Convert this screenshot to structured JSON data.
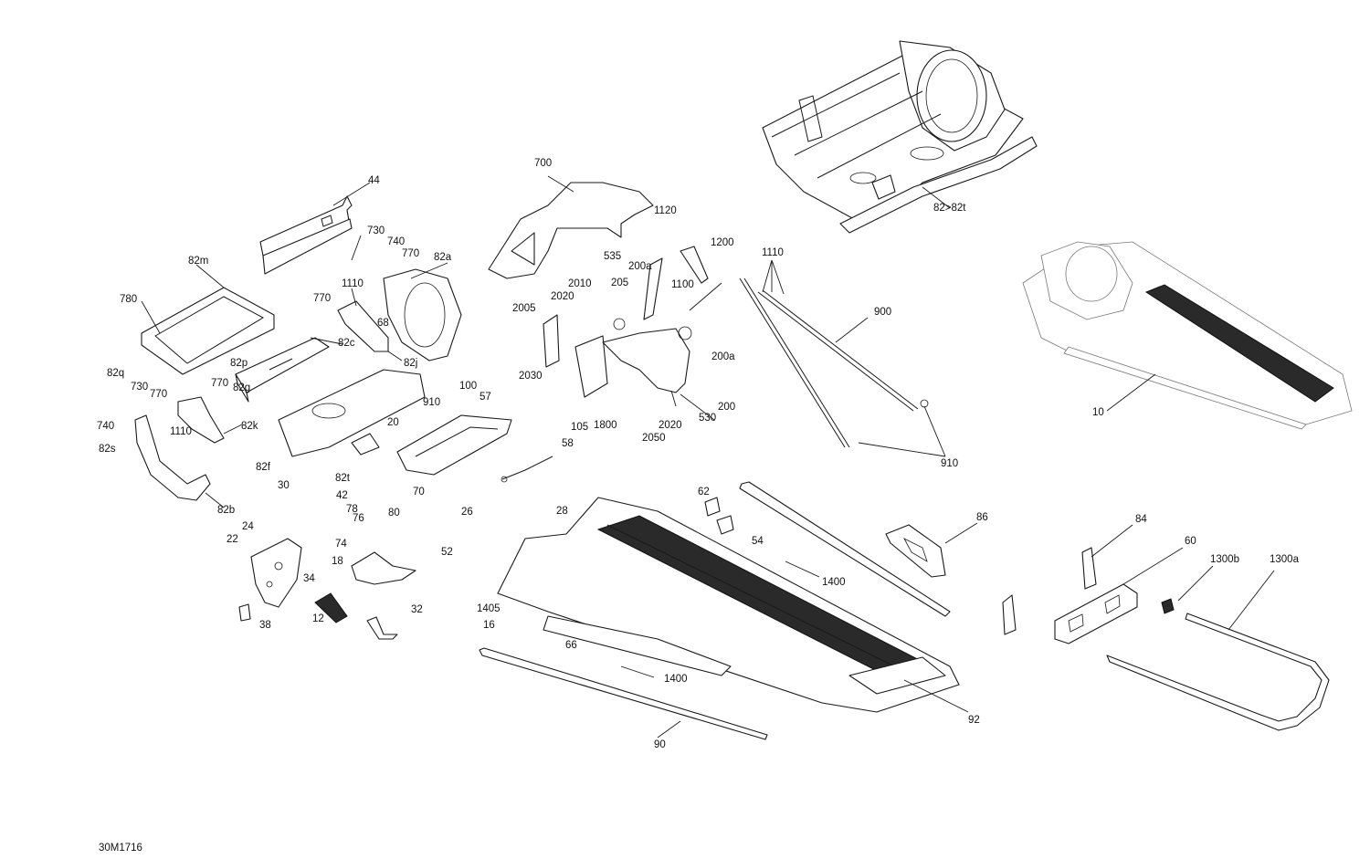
{
  "drawing_number": "30M1716",
  "callouts": [
    {
      "id": "82>82t",
      "label": "82>82t"
    },
    {
      "id": "10",
      "label": "10"
    },
    {
      "id": "44",
      "label": "44"
    },
    {
      "id": "82m",
      "label": "82m"
    },
    {
      "id": "780",
      "label": "780"
    },
    {
      "id": "82p",
      "label": "82p"
    },
    {
      "id": "82q",
      "label": "82q"
    },
    {
      "id": "730a",
      "label": "730"
    },
    {
      "id": "770a",
      "label": "770"
    },
    {
      "id": "740a",
      "label": "740"
    },
    {
      "id": "82s",
      "label": "82s"
    },
    {
      "id": "730b",
      "label": "730"
    },
    {
      "id": "740b",
      "label": "740"
    },
    {
      "id": "770b",
      "label": "770"
    },
    {
      "id": "82a",
      "label": "82a"
    },
    {
      "id": "1110a",
      "label": "1110"
    },
    {
      "id": "770c",
      "label": "770"
    },
    {
      "id": "68",
      "label": "68"
    },
    {
      "id": "82c",
      "label": "82c"
    },
    {
      "id": "82j",
      "label": "82j"
    },
    {
      "id": "770d",
      "label": "770"
    },
    {
      "id": "82g",
      "label": "82g"
    },
    {
      "id": "1110b",
      "label": "1110"
    },
    {
      "id": "82k",
      "label": "82k"
    },
    {
      "id": "82b",
      "label": "82b"
    },
    {
      "id": "82f",
      "label": "82f"
    },
    {
      "id": "30",
      "label": "30"
    },
    {
      "id": "82t",
      "label": "82t"
    },
    {
      "id": "20",
      "label": "20"
    },
    {
      "id": "910a",
      "label": "910"
    },
    {
      "id": "100",
      "label": "100"
    },
    {
      "id": "57",
      "label": "57"
    },
    {
      "id": "70",
      "label": "70"
    },
    {
      "id": "80",
      "label": "80"
    },
    {
      "id": "26",
      "label": "26"
    },
    {
      "id": "58",
      "label": "58"
    },
    {
      "id": "42",
      "label": "42"
    },
    {
      "id": "78",
      "label": "78"
    },
    {
      "id": "76",
      "label": "76"
    },
    {
      "id": "74",
      "label": "74"
    },
    {
      "id": "24",
      "label": "24"
    },
    {
      "id": "22",
      "label": "22"
    },
    {
      "id": "18",
      "label": "18"
    },
    {
      "id": "34",
      "label": "34"
    },
    {
      "id": "12",
      "label": "12"
    },
    {
      "id": "38",
      "label": "38"
    },
    {
      "id": "52",
      "label": "52"
    },
    {
      "id": "32",
      "label": "32"
    },
    {
      "id": "700",
      "label": "700"
    },
    {
      "id": "535",
      "label": "535"
    },
    {
      "id": "2010",
      "label": "2010"
    },
    {
      "id": "2020a",
      "label": "2020"
    },
    {
      "id": "2005",
      "label": "2005"
    },
    {
      "id": "205",
      "label": "205"
    },
    {
      "id": "200a-1",
      "label": "200a"
    },
    {
      "id": "1120",
      "label": "1120"
    },
    {
      "id": "1100",
      "label": "1100"
    },
    {
      "id": "1200",
      "label": "1200"
    },
    {
      "id": "200a-2",
      "label": "200a"
    },
    {
      "id": "2030",
      "label": "2030"
    },
    {
      "id": "105",
      "label": "105"
    },
    {
      "id": "1800",
      "label": "1800"
    },
    {
      "id": "2020b",
      "label": "2020"
    },
    {
      "id": "2050",
      "label": "2050"
    },
    {
      "id": "530",
      "label": "530"
    },
    {
      "id": "200",
      "label": "200"
    },
    {
      "id": "1110c",
      "label": "1110"
    },
    {
      "id": "900",
      "label": "900"
    },
    {
      "id": "910b",
      "label": "910"
    },
    {
      "id": "62",
      "label": "62"
    },
    {
      "id": "54",
      "label": "54"
    },
    {
      "id": "28",
      "label": "28"
    },
    {
      "id": "86",
      "label": "86"
    },
    {
      "id": "1400a",
      "label": "1400"
    },
    {
      "id": "1405",
      "label": "1405"
    },
    {
      "id": "16",
      "label": "16"
    },
    {
      "id": "66",
      "label": "66"
    },
    {
      "id": "1400b",
      "label": "1400"
    },
    {
      "id": "92",
      "label": "92"
    },
    {
      "id": "90",
      "label": "90"
    },
    {
      "id": "84",
      "label": "84"
    },
    {
      "id": "60",
      "label": "60"
    },
    {
      "id": "1300b",
      "label": "1300b"
    },
    {
      "id": "1300a",
      "label": "1300a"
    }
  ]
}
